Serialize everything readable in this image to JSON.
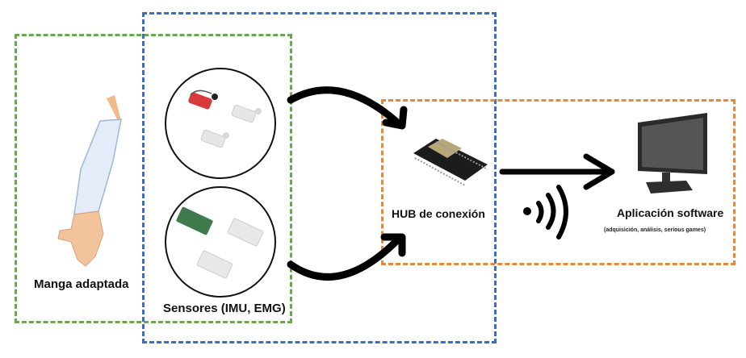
{
  "title": "Arquitectura del sistema",
  "groups": {
    "green": {
      "color": "#6aa84f",
      "name": "manga-group"
    },
    "blue": {
      "color": "#3d6cc0",
      "name": "sensors-group"
    },
    "orange": {
      "color": "#e08a3c",
      "name": "hub-software-group"
    }
  },
  "nodes": {
    "manga": {
      "label": "Manga adaptada",
      "icon": "arm-sleeve-icon"
    },
    "sensores": {
      "label": "Sensores (IMU, EMG)",
      "icons": [
        "emg-sensor-icon",
        "imu-sensor-icon"
      ]
    },
    "hub": {
      "label": "HUB de conexión",
      "icon": "esp32-board-icon"
    },
    "app": {
      "label": "Aplicación software",
      "sublabel": "(adquisición, análisis, serious games)",
      "icon": "monitor-icon"
    }
  },
  "connectors": [
    {
      "from": "sensores-emg",
      "to": "hub",
      "type": "curved-arrow"
    },
    {
      "from": "sensores-imu",
      "to": "hub",
      "type": "curved-arrow"
    },
    {
      "from": "hub",
      "to": "app",
      "type": "straight-arrow",
      "icon": "wireless-signal-icon"
    }
  ]
}
